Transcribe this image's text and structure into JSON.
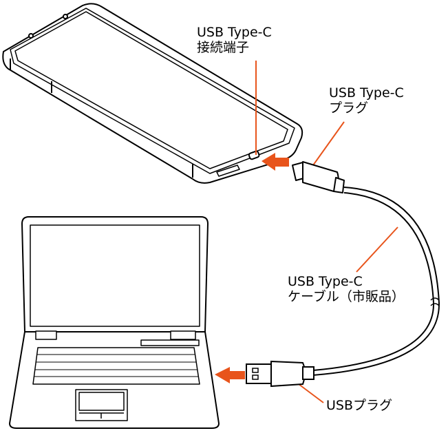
{
  "labels": {
    "port": {
      "line1": "USB Type-C",
      "line2": "接続端子"
    },
    "typec_plug": {
      "line1": "USB Type-C",
      "line2": "プラグ"
    },
    "cable": {
      "line1": "USB Type-C",
      "line2": "ケーブル（市販品）"
    },
    "usb_plug": "USBプラグ"
  },
  "colors": {
    "arrow": "#e8541b",
    "leader": "#e8541b",
    "line": "#000000"
  }
}
